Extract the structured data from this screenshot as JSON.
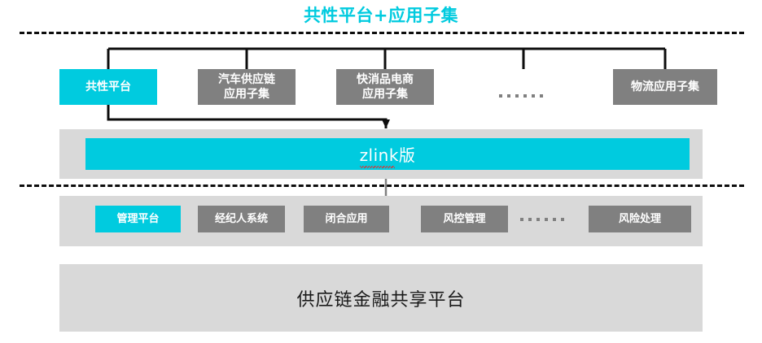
{
  "diagram": {
    "title": "共性平台+应用子集",
    "title_color": "#00cbdf",
    "colors": {
      "accent_cyan": "#00cbdf",
      "box_gray": "#808080",
      "band_gray": "#d9d9d9",
      "line_black": "#0d0d0d",
      "arrow_gray": "#808080",
      "text_dark": "#1a1a1a",
      "spellcheck_red": "#e03030"
    },
    "top_row": {
      "boxes": [
        {
          "label": "共性平台",
          "style": "cyan"
        },
        {
          "label": "汽车供应链\n应用子集",
          "style": "gray"
        },
        {
          "label": "快消品电商\n应用子集",
          "style": "gray"
        },
        {
          "label": "物流应用子集",
          "style": "gray"
        }
      ],
      "ellipsis": "······"
    },
    "platform_band": {
      "label": "zlink版",
      "has_spellcheck_underline": true
    },
    "app_row": {
      "boxes": [
        {
          "label": "管理平台",
          "style": "cyan"
        },
        {
          "label": "经纪人系统",
          "style": "gray"
        },
        {
          "label": "闭合应用",
          "style": "gray"
        },
        {
          "label": "风控管理",
          "style": "gray"
        },
        {
          "label": "风险处理",
          "style": "gray"
        }
      ],
      "ellipsis": "······"
    },
    "bottom_band": {
      "label": "供应链金融共享平台"
    }
  }
}
